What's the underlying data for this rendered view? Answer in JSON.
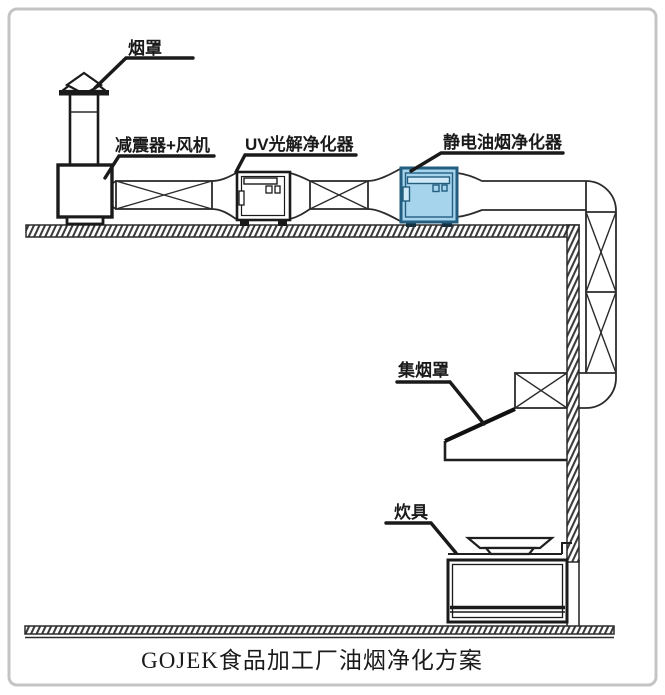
{
  "diagram": {
    "title": "GOJEK食品加工厂油烟净化方案",
    "labels": {
      "vent_cap": "烟罩",
      "fan": "减震器+风机",
      "uv_purifier": "UV光解净化器",
      "esp_purifier": "静电油烟净化器",
      "collection_hood": "集烟罩",
      "stove": "炊具"
    },
    "colors": {
      "line": "#2b2b2b",
      "esp_fill": "#a6d4ec",
      "esp_stroke": "#235e80",
      "esp_slot_fill": "#cfe9f6",
      "frame": "#c4c4c4",
      "background": "#ffffff"
    }
  }
}
